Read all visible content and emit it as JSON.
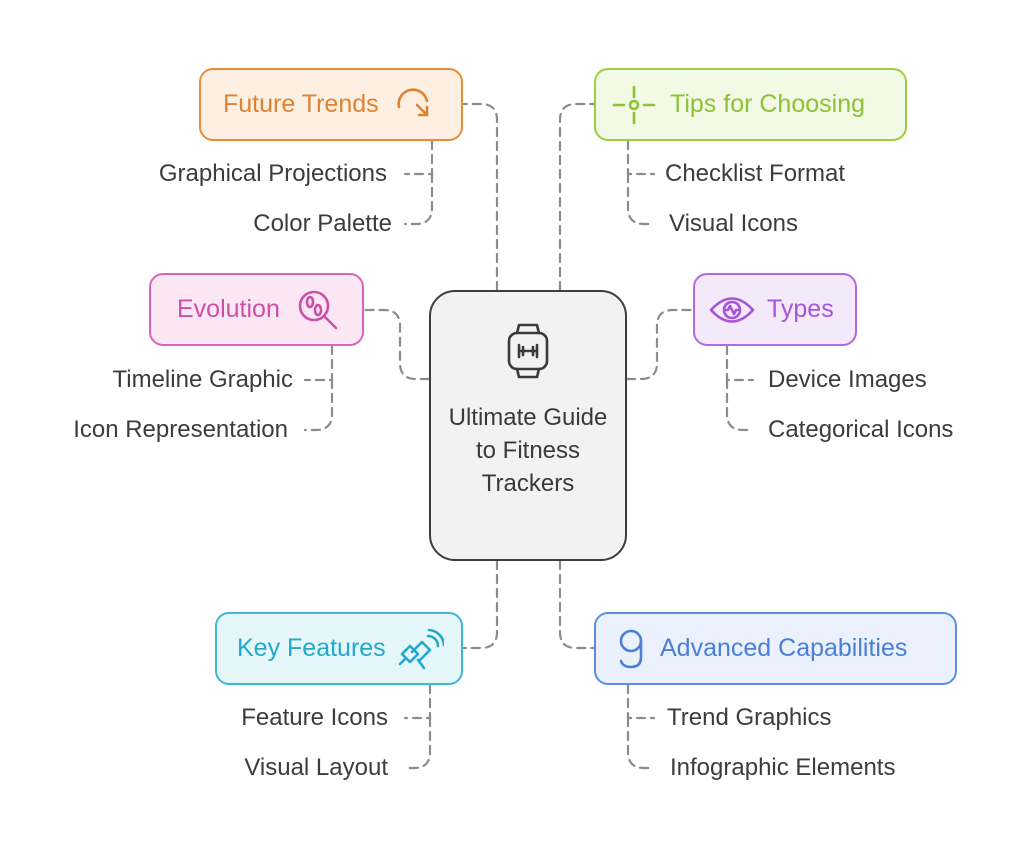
{
  "center": {
    "title": "Ultimate Guide to Fitness Trackers",
    "icon": "smartwatch-icon"
  },
  "branches": {
    "future_trends": {
      "label": "Future Trends",
      "icon": "rotate-arrow-icon",
      "color": "#e58f3c",
      "items": [
        "Graphical Projections",
        "Color Palette"
      ]
    },
    "tips_for_choosing": {
      "label": "Tips for Choosing",
      "icon": "crosshair-icon",
      "color": "#9ccd45",
      "items": [
        "Checklist Format",
        "Visual Icons"
      ]
    },
    "evolution": {
      "label": "Evolution",
      "icon": "footprints-search-icon",
      "color": "#d765b8",
      "items": [
        "Timeline Graphic",
        "Icon Representation"
      ]
    },
    "types": {
      "label": "Types",
      "icon": "eye-pulse-icon",
      "color": "#b26ae0",
      "items": [
        "Device Images",
        "Categorical Icons"
      ]
    },
    "key_features": {
      "label": "Key Features",
      "icon": "satellite-wifi-icon",
      "color": "#3db8d6",
      "items": [
        "Feature Icons",
        "Visual Layout"
      ]
    },
    "advanced_capabilities": {
      "label": "Advanced Capabilities",
      "icon": "number-nine-icon",
      "color": "#5d8ee0",
      "items": [
        "Trend Graphics",
        "Infographic Elements"
      ]
    }
  }
}
